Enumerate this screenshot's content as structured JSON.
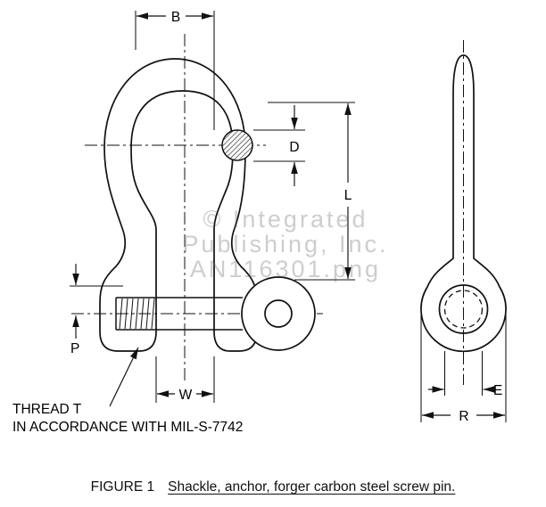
{
  "figure": {
    "caption_prefix": "FIGURE 1",
    "caption_title": "Shackle, anchor, forger carbon steel screw pin."
  },
  "labels": {
    "b": "B",
    "d": "D",
    "l": "L",
    "p": "P",
    "w": "W",
    "e": "E",
    "r": "R"
  },
  "annotations": {
    "thread_note_line1": "THREAD T",
    "thread_note_line2": "IN ACCORDANCE WITH MIL-S-7742"
  },
  "watermark": {
    "line1": "© Integrated",
    "line2": "Publishing, Inc.",
    "line3": "AN116301.png"
  },
  "colors": {
    "line": "#000000",
    "watermark_gray": "#9a9a9a"
  }
}
